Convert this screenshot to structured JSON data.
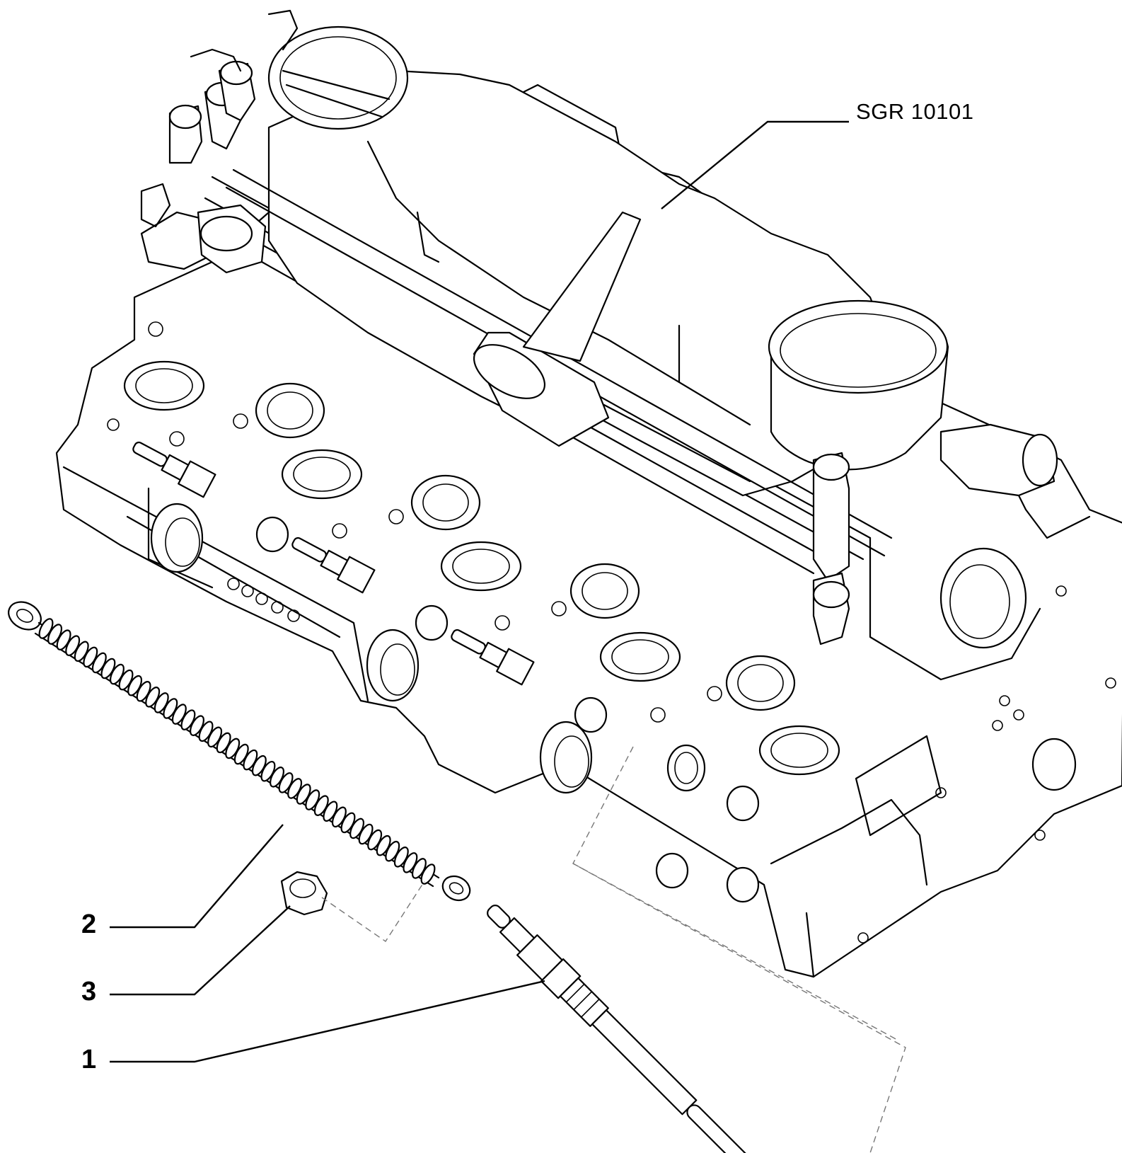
{
  "reference_code": "SGR 10101",
  "callouts": [
    {
      "id": "item-1",
      "label": "1"
    },
    {
      "id": "item-2",
      "label": "2"
    },
    {
      "id": "item-3",
      "label": "3"
    }
  ]
}
